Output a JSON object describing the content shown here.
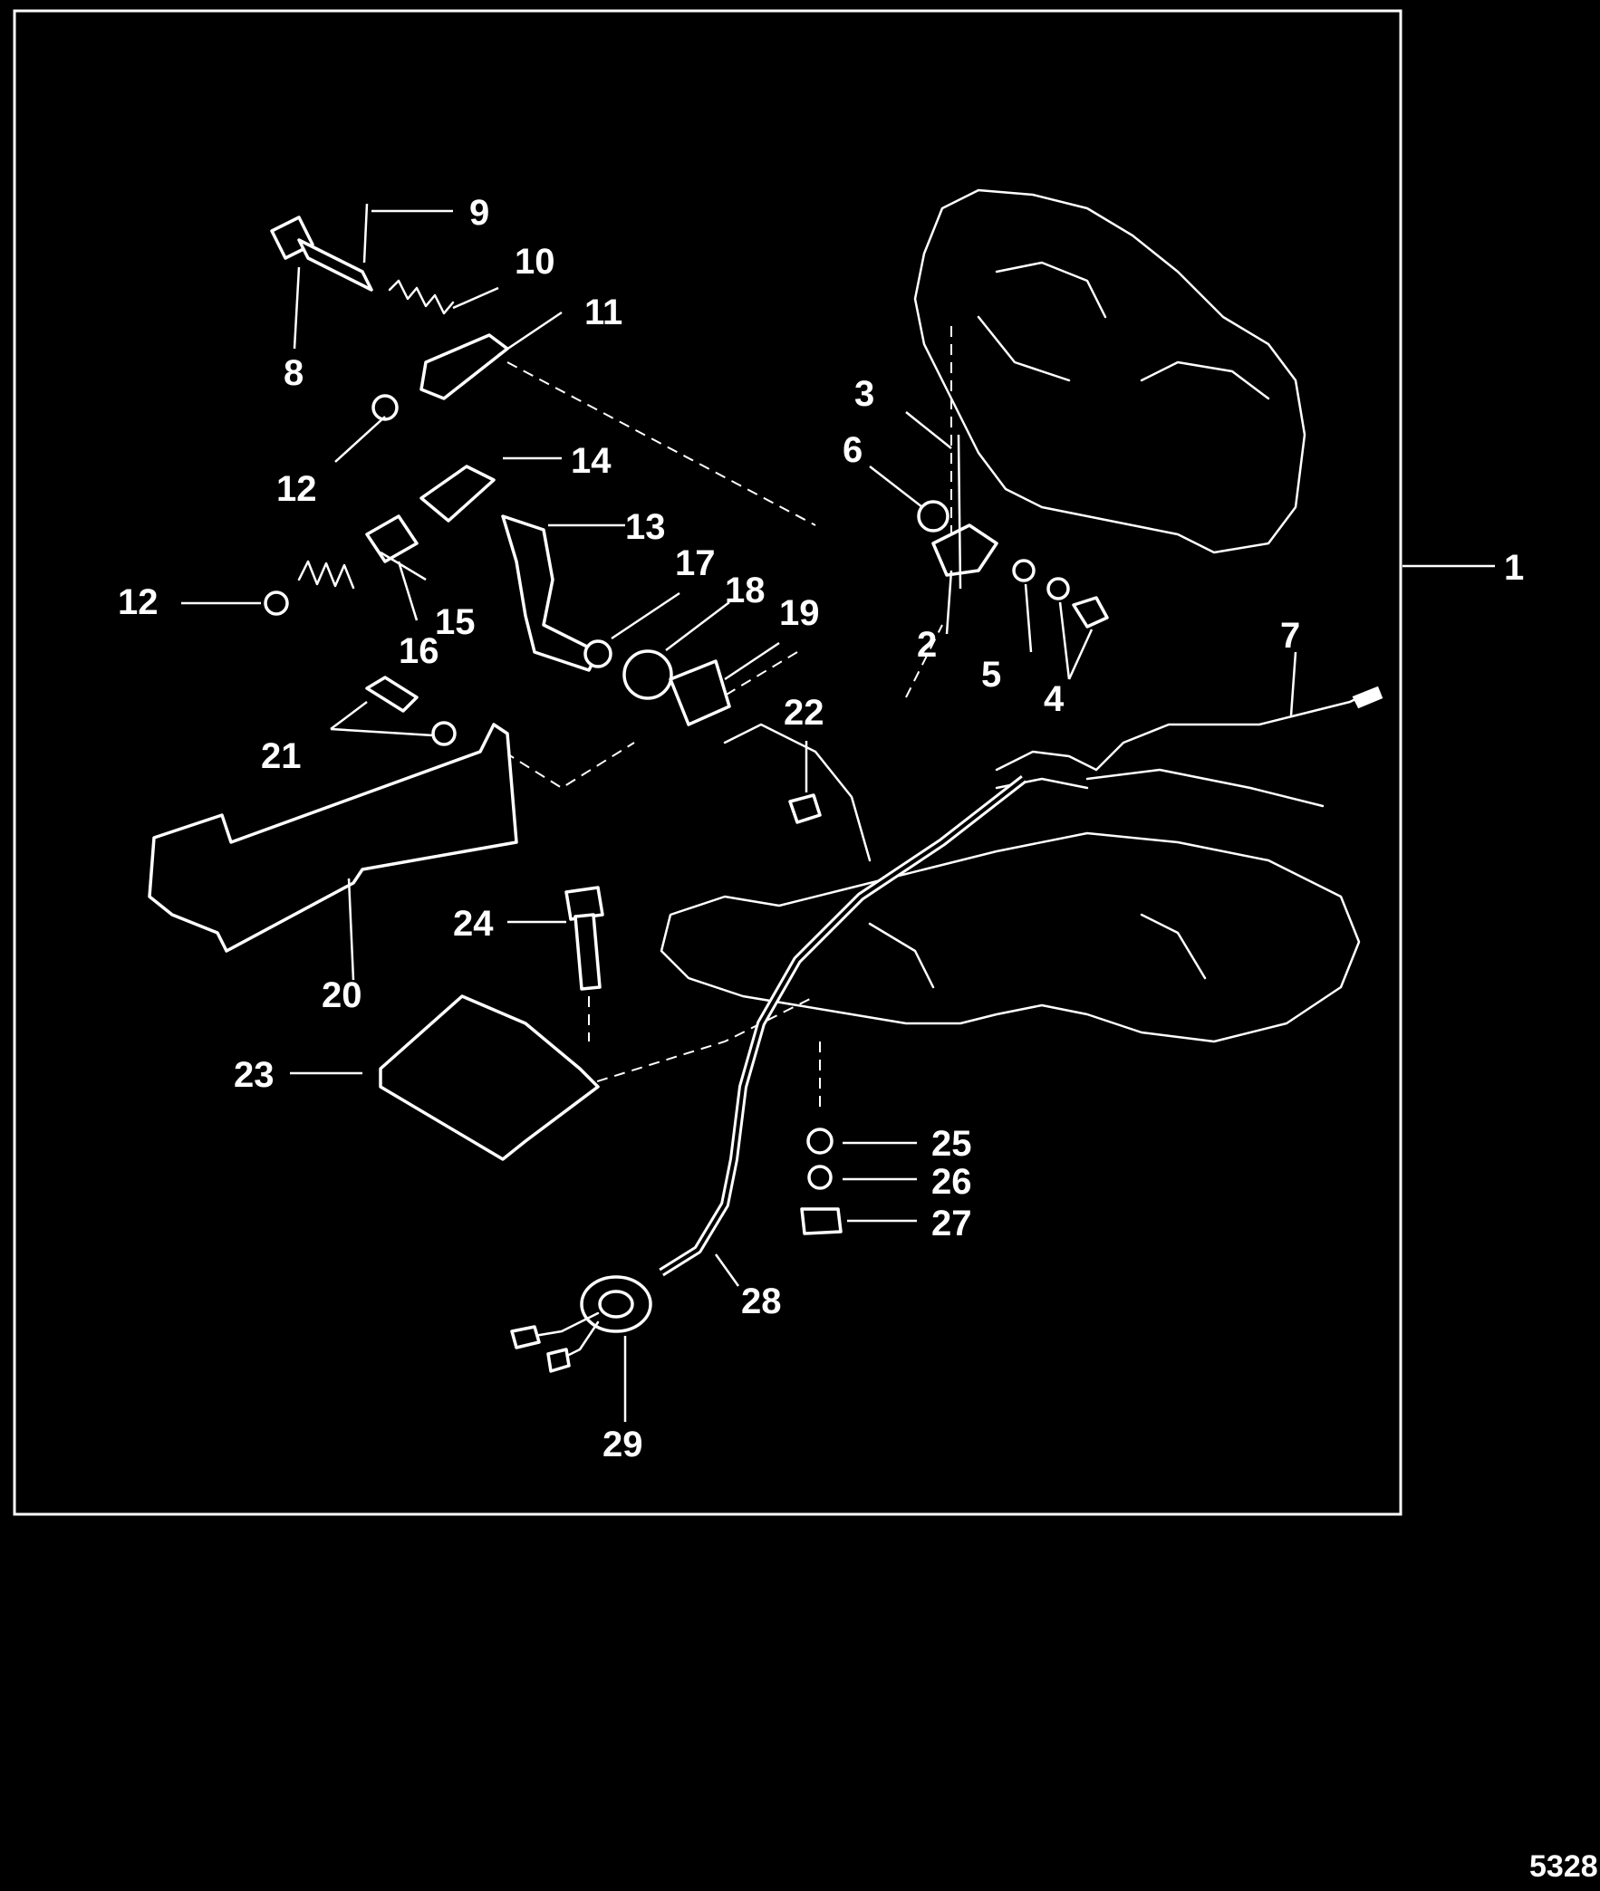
{
  "figure_number": "5328",
  "callouts": [
    {
      "id": "c1",
      "text": "1"
    },
    {
      "id": "c2",
      "text": "2"
    },
    {
      "id": "c3",
      "text": "3"
    },
    {
      "id": "c4",
      "text": "4"
    },
    {
      "id": "c5",
      "text": "5"
    },
    {
      "id": "c6",
      "text": "6"
    },
    {
      "id": "c7",
      "text": "7"
    },
    {
      "id": "c8",
      "text": "8"
    },
    {
      "id": "c9",
      "text": "9"
    },
    {
      "id": "c10",
      "text": "10"
    },
    {
      "id": "c11",
      "text": "11"
    },
    {
      "id": "c12a",
      "text": "12"
    },
    {
      "id": "c12b",
      "text": "12"
    },
    {
      "id": "c13",
      "text": "13"
    },
    {
      "id": "c14",
      "text": "14"
    },
    {
      "id": "c15",
      "text": "15"
    },
    {
      "id": "c16",
      "text": "16"
    },
    {
      "id": "c17",
      "text": "17"
    },
    {
      "id": "c18",
      "text": "18"
    },
    {
      "id": "c19",
      "text": "19"
    },
    {
      "id": "c20",
      "text": "20"
    },
    {
      "id": "c21",
      "text": "21"
    },
    {
      "id": "c22",
      "text": "22"
    },
    {
      "id": "c23",
      "text": "23"
    },
    {
      "id": "c24",
      "text": "24"
    },
    {
      "id": "c25",
      "text": "25"
    },
    {
      "id": "c26",
      "text": "26"
    },
    {
      "id": "c27",
      "text": "27"
    },
    {
      "id": "c28",
      "text": "28"
    },
    {
      "id": "c29",
      "text": "29"
    }
  ],
  "colors": {
    "background": "#000000",
    "ink": "#ffffff"
  }
}
